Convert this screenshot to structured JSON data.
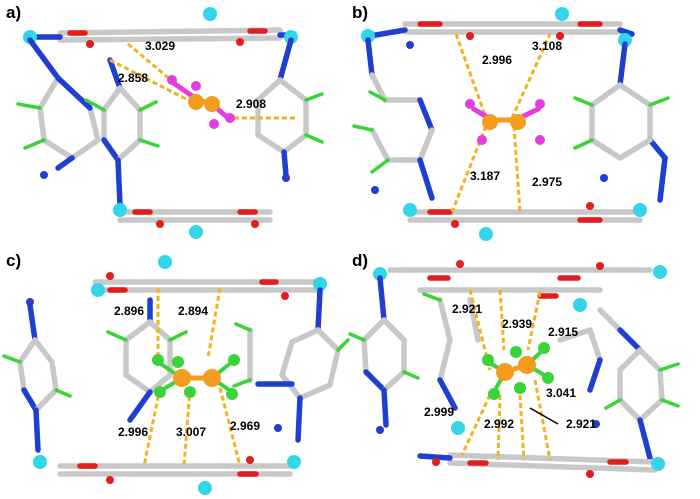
{
  "panels": [
    {
      "label": "a)",
      "distances": [
        "3.029",
        "2.858",
        "2.908"
      ]
    },
    {
      "label": "b)",
      "distances": [
        "2.996",
        "3.108",
        "3.187",
        "2.975"
      ]
    },
    {
      "label": "c)",
      "distances": [
        "2.896",
        "2.894",
        "2.996",
        "3.007",
        "2.969"
      ]
    },
    {
      "label": "d)",
      "distances": [
        "2.921",
        "2.939",
        "2.915",
        "3.041",
        "2.999",
        "2.992",
        "2.921"
      ]
    }
  ],
  "colors": {
    "copper": "#33d6e6",
    "carbon": "#c8c8c8",
    "nitrogen": "#1f3fd0",
    "oxygen": "#e11d1d",
    "hydrogen": "#3ad33a",
    "guest_carbon": "#f39c1e",
    "iodine": "#e43ce0",
    "chlorine": "#3ad33a",
    "contact": "#f2b21b"
  }
}
